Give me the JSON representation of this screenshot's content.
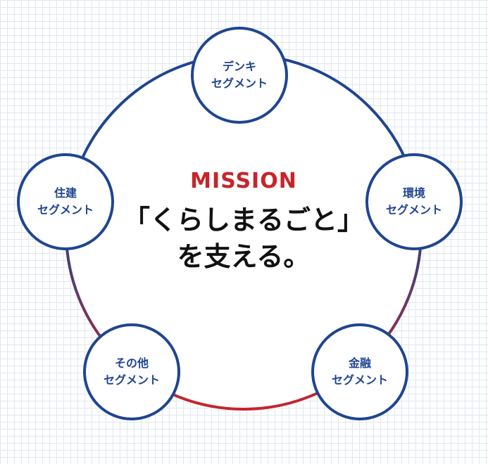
{
  "colors": {
    "primary": "#1f4591",
    "accent": "#c8242b",
    "grid": "#dfe7f1",
    "text": "#111111"
  },
  "mission": {
    "label": "MISSION",
    "line1": "「くらしまるごと」",
    "line2": "を支える。"
  },
  "segments": [
    {
      "id": "denki",
      "line1": "デンキ",
      "line2": "セグメント"
    },
    {
      "id": "kankyo",
      "line1": "環境",
      "line2": "セグメント"
    },
    {
      "id": "kinyu",
      "line1": "金融",
      "line2": "セグメント"
    },
    {
      "id": "sonota",
      "line1": "その他",
      "line2": "セグメント"
    },
    {
      "id": "jyuken",
      "line1": "住建",
      "line2": "セグメント"
    }
  ]
}
